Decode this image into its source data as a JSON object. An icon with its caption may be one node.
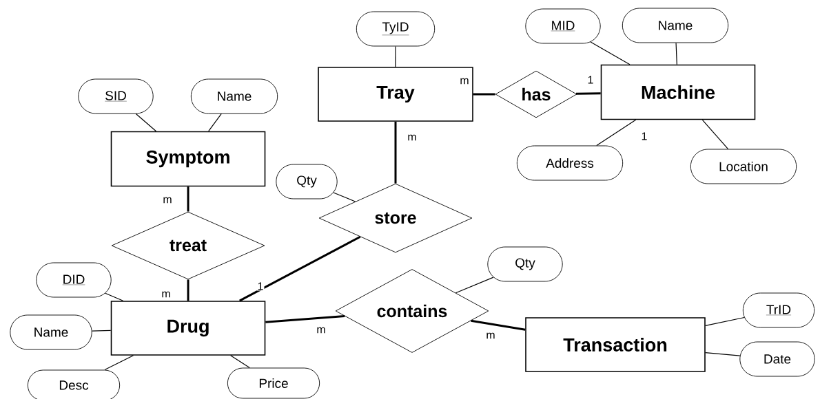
{
  "diagram": {
    "nodes": [
      {
        "text": [
          "TyID"
        ]
      },
      {
        "text": [
          "MID"
        ]
      },
      {
        "text": [
          "Name"
        ]
      },
      {
        "text": [
          "Tray"
        ]
      },
      {
        "text": [
          "has"
        ]
      },
      {
        "text": [
          "Machine"
        ]
      },
      {
        "text": [
          "SID"
        ]
      },
      {
        "text": [
          "Name"
        ]
      },
      {
        "text": [
          "Symptom"
        ]
      },
      {
        "text": [
          "Address"
        ]
      },
      {
        "text": [
          "Location"
        ]
      },
      {
        "text": [
          "Qty"
        ]
      },
      {
        "text": [
          "store"
        ]
      },
      {
        "text": [
          "treat"
        ]
      },
      {
        "text": [
          "DID"
        ]
      },
      {
        "text": [
          "Qty"
        ]
      },
      {
        "text": [
          "Drug"
        ]
      },
      {
        "text": [
          "contains"
        ]
      },
      {
        "text": [
          "TrID"
        ]
      },
      {
        "text": [
          "Name"
        ]
      },
      {
        "text": [
          "Transaction"
        ]
      },
      {
        "text": [
          "Date"
        ]
      },
      {
        "text": [
          "Desc"
        ]
      },
      {
        "text": [
          "Price"
        ]
      }
    ],
    "edges": [
      {
        "from": 0,
        "to": 3,
        "arrow": "none"
      },
      {
        "from": 1,
        "to": 5,
        "arrow": "none"
      },
      {
        "from": 2,
        "to": 5,
        "arrow": "none"
      },
      {
        "from": 3,
        "to": 4,
        "arrow": "none",
        "label": "m",
        "style": "thick"
      },
      {
        "from": 4,
        "to": 5,
        "arrow": "none",
        "label": "1",
        "style": "thick"
      },
      {
        "from": 6,
        "to": 8,
        "arrow": "none"
      },
      {
        "from": 7,
        "to": 8,
        "arrow": "none"
      },
      {
        "from": 9,
        "to": 5,
        "arrow": "none"
      },
      {
        "from": 10,
        "to": 5,
        "arrow": "none"
      },
      {
        "from": 3,
        "to": 12,
        "arrow": "none",
        "label": "m",
        "style": "thick"
      },
      {
        "from": 11,
        "to": 12,
        "arrow": "none"
      },
      {
        "from": 8,
        "to": 13,
        "arrow": "none",
        "label": "m",
        "style": "thick"
      },
      {
        "from": 13,
        "to": 16,
        "arrow": "none",
        "label": "m",
        "style": "thick"
      },
      {
        "from": 12,
        "to": 16,
        "arrow": "none",
        "label": "1",
        "style": "thick"
      },
      {
        "from": 14,
        "to": 16,
        "arrow": "none"
      },
      {
        "from": 15,
        "to": 17,
        "arrow": "none"
      },
      {
        "from": 16,
        "to": 17,
        "arrow": "none",
        "label": "m",
        "style": "thick"
      },
      {
        "from": 17,
        "to": 20,
        "arrow": "none",
        "label": "m",
        "style": "thick"
      },
      {
        "from": 18,
        "to": 20,
        "arrow": "none"
      },
      {
        "from": 19,
        "to": 16,
        "arrow": "none"
      },
      {
        "from": 21,
        "to": 20,
        "arrow": "none"
      },
      {
        "from": 22,
        "to": 16,
        "arrow": "none"
      },
      {
        "from": 23,
        "to": 16,
        "arrow": "none"
      }
    ],
    "labels": [
      "1"
    ]
  }
}
